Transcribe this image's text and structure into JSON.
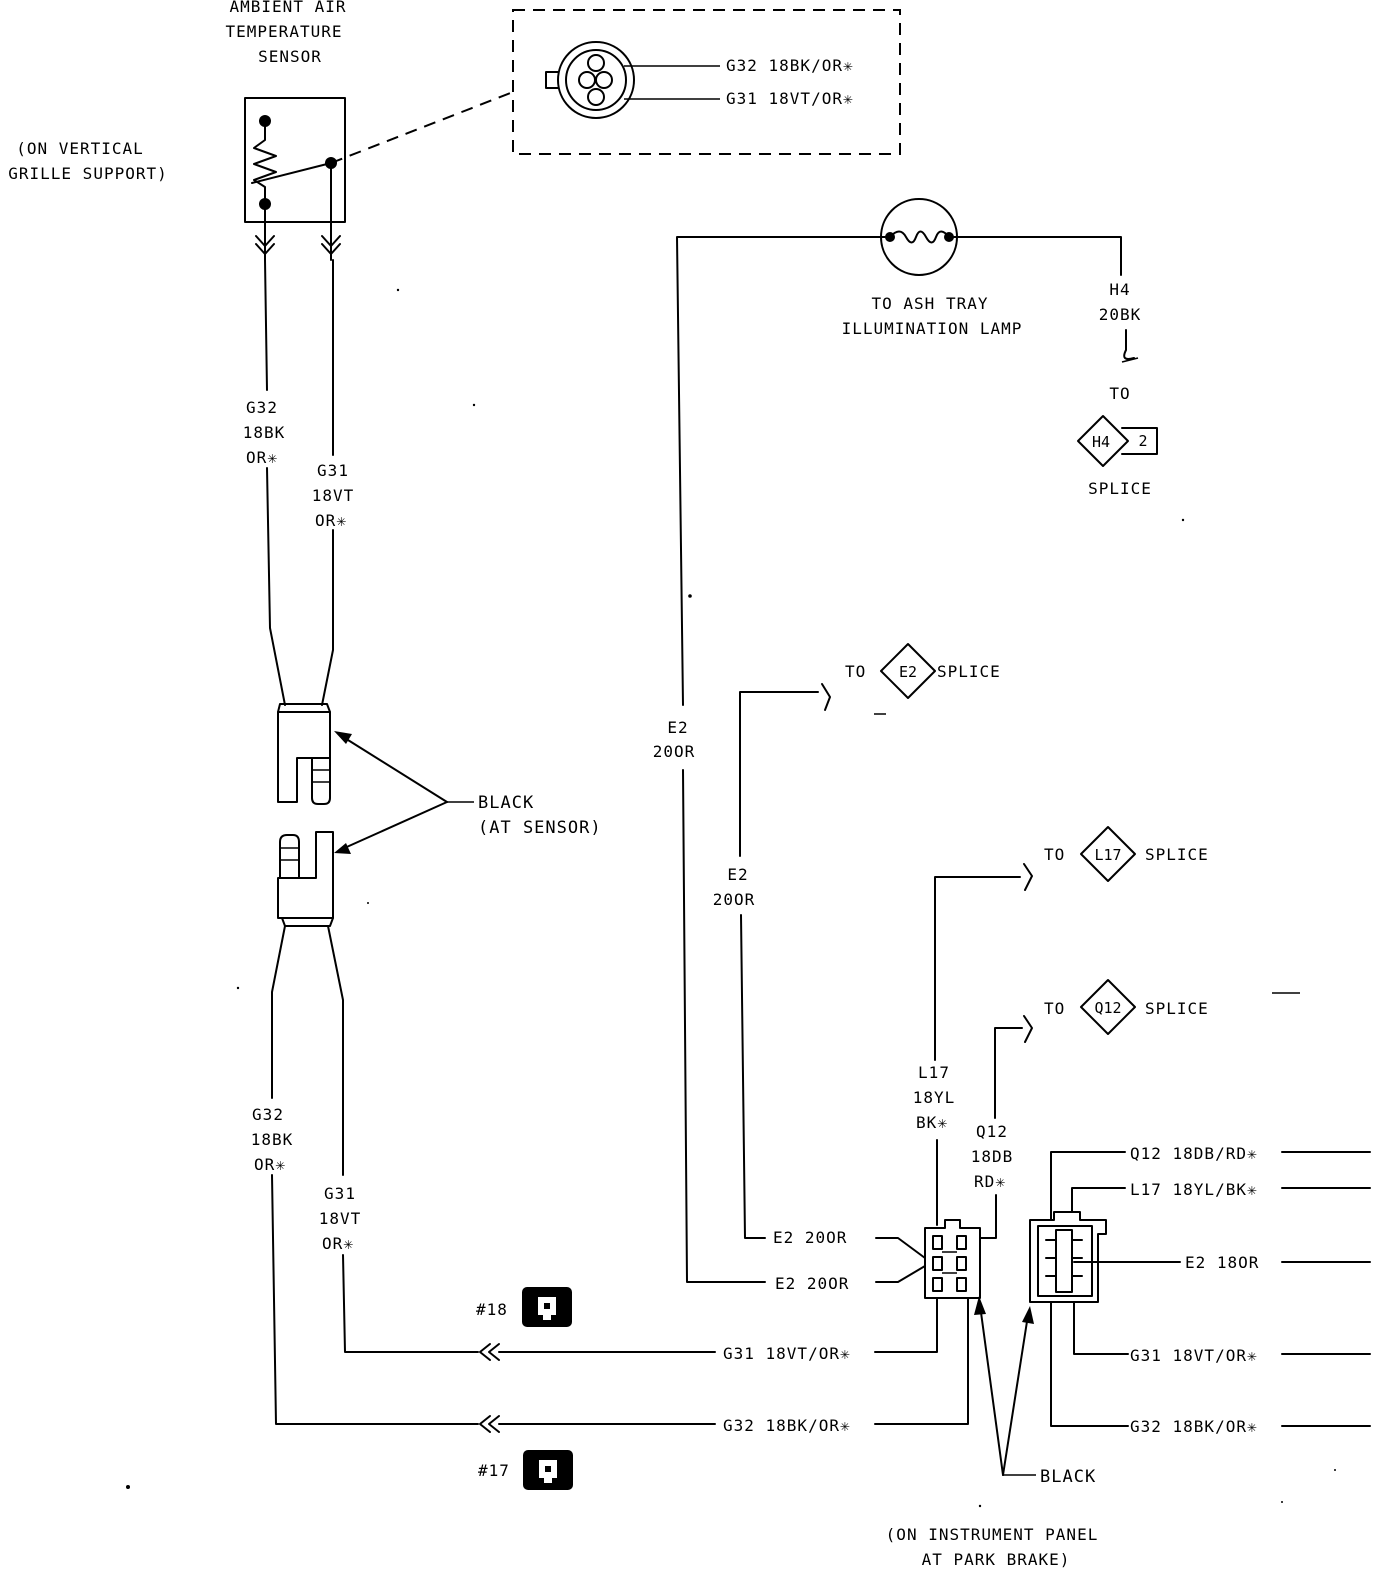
{
  "sensor": {
    "title_lines": [
      "AMBIENT AIR",
      "TEMPERATURE",
      "SENSOR"
    ],
    "location_lines": [
      "(ON VERTICAL",
      "GRILLE SUPPORT)"
    ]
  },
  "connector_detail": {
    "pin1": "G32  18BK/OR✳",
    "pin2": "G31  18VT/OR✳"
  },
  "left_wires": {
    "upper_g32": [
      "G32",
      "18BK",
      "OR✳"
    ],
    "upper_g31": [
      "G31",
      "18VT",
      "OR✳"
    ],
    "lower_g32": [
      "G32",
      "18BK",
      "OR✳"
    ],
    "lower_g31": [
      "G31",
      "18VT",
      "OR✳"
    ]
  },
  "black_connector_label": [
    "BLACK",
    "(AT SENSOR)"
  ],
  "lamp": {
    "label_lines": [
      "TO ASH TRAY",
      "ILLUMINATION LAMP"
    ],
    "ground_wire": [
      "H4",
      "20BK"
    ],
    "to": "TO",
    "splice_id": "H4",
    "splice_pin": "2",
    "splice_word": "SPLICE"
  },
  "e2_wires": {
    "long": [
      "E2",
      "20OR"
    ],
    "short": [
      "E2",
      "20OR"
    ],
    "to": "TO",
    "splice_id": "E2",
    "splice_word": "SPLICE"
  },
  "l17": {
    "to": "TO",
    "splice_id": "L17",
    "splice_word": "SPLICE",
    "wire": [
      "L17",
      "18YL",
      "BK✳"
    ]
  },
  "q12": {
    "to": "TO",
    "splice_id": "Q12",
    "splice_word": "SPLICE",
    "wire": [
      "Q12",
      "18DB",
      "RD✳"
    ]
  },
  "connector_labels": {
    "e2_upper": "E2  20OR",
    "e2_lower": "E2  20OR",
    "g31": "G31  18VT/OR✳",
    "g32": "G32  18BK/OR✳"
  },
  "right_labels": {
    "q12": "Q12  18DB/RD✳",
    "l17": "L17  18YL/BK✳",
    "e2": "E2  18OR",
    "g31": "G31  18VT/OR✳",
    "g32": "G32  18BK/OR✳"
  },
  "connector_refs": {
    "ref18": "#18",
    "ref17": "#17"
  },
  "black_label": "BLACK",
  "panel_location": [
    "(ON INSTRUMENT PANEL",
    "AT PARK BRAKE)"
  ]
}
